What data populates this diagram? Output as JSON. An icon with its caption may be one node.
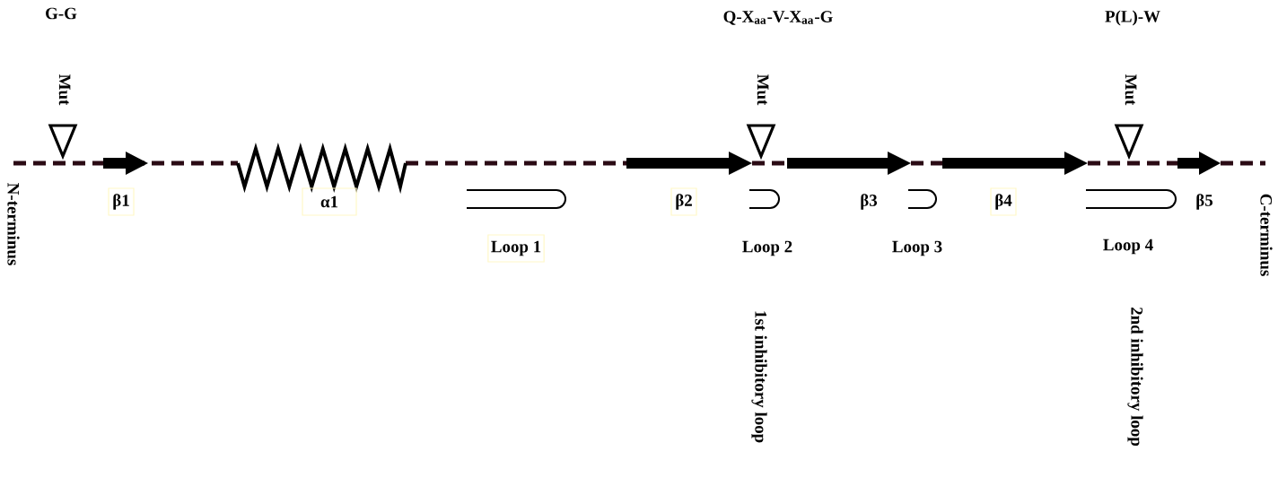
{
  "diagram": {
    "labels": [
      "G-G",
      "Q-X$_{aa}$-V-X$_{aa}$-G",
      "P(L)-W",
      "Mut",
      "Mut",
      "Mut",
      "N-terminus",
      "β1",
      "α1",
      "β2",
      "β3",
      "β4",
      "β5",
      "C-terminus",
      "Loop 1",
      "Loop 2",
      "Loop 3",
      "Loop 4",
      "1st inhibitory loop",
      "2nd inhibitory loop"
    ]
  }
}
